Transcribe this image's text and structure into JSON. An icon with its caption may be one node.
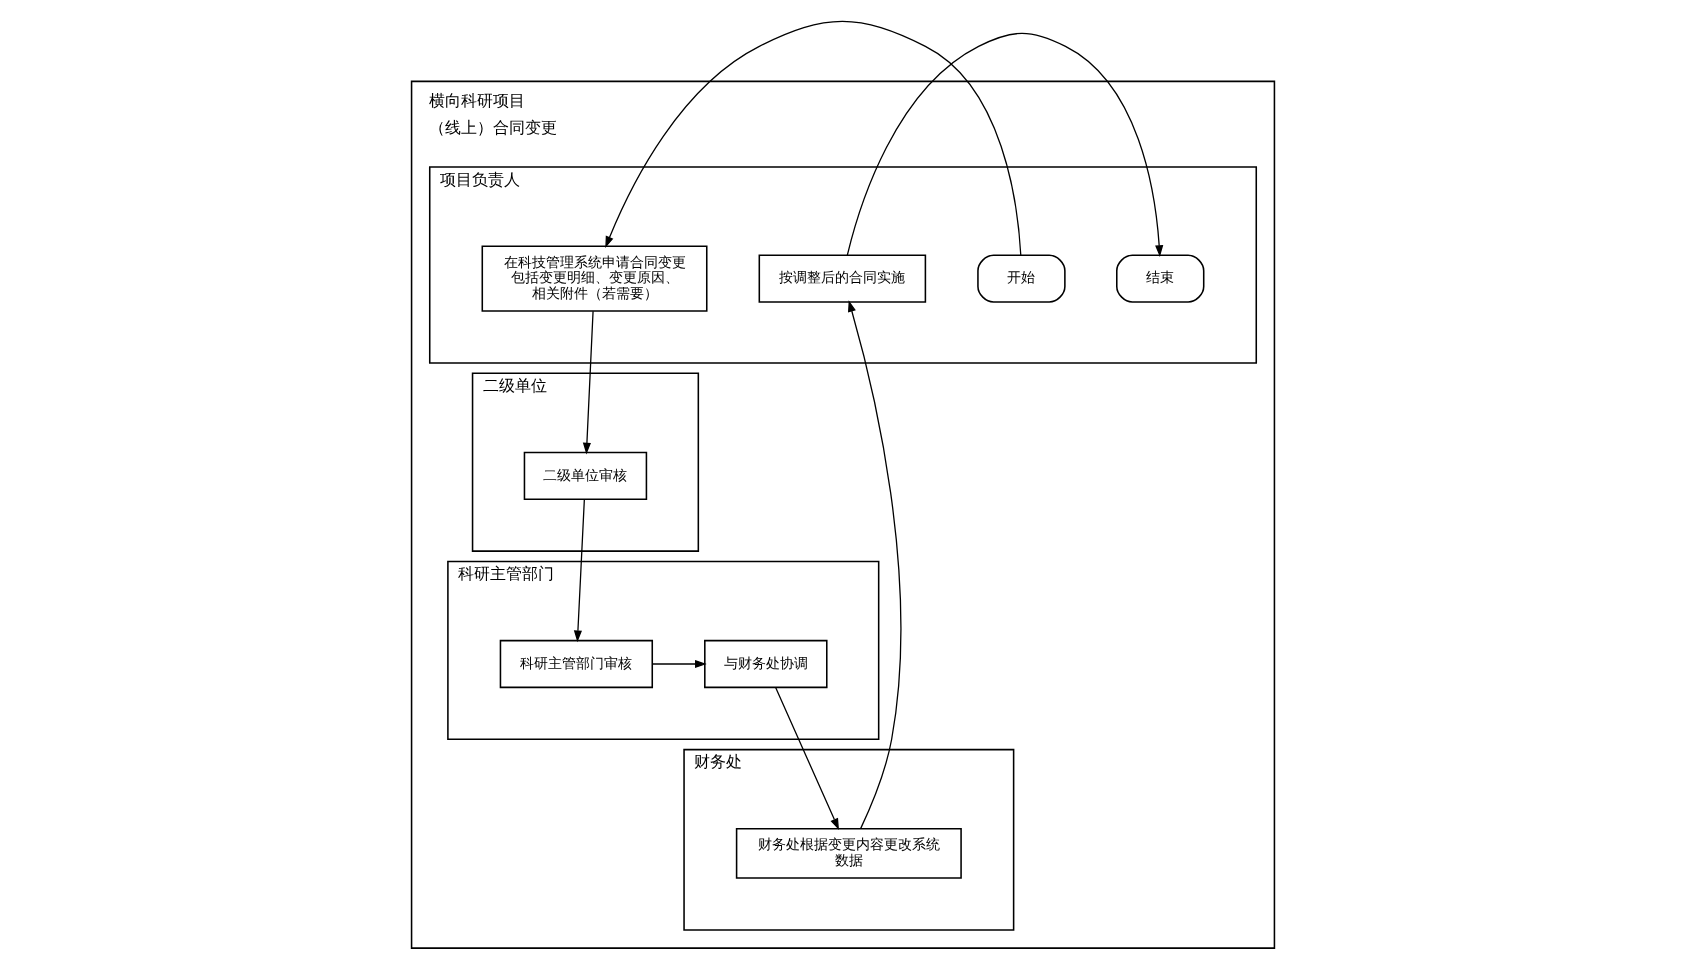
{
  "diagram": {
    "nodes": [
      {
        "text": [
          "横向科研项目",
          "（线上）合同变更"
        ]
      },
      {
        "text": [
          "项目负责人"
        ],
        "in": 0
      },
      {
        "text": [
          "开始"
        ],
        "in": 1
      },
      {
        "text": [
          "在科技管理系统申请合同变更包括变更明细、变更原因、相关附件（若需要）"
        ],
        "in": 1
      },
      {
        "text": [
          "按调整后的合同实施"
        ],
        "in": 1
      },
      {
        "text": [
          "结束"
        ],
        "in": 1
      },
      {
        "text": [
          "二级单位"
        ],
        "in": 0
      },
      {
        "text": [
          "二级单位审核"
        ],
        "in": 6
      },
      {
        "text": [
          "科研主管部门"
        ],
        "in": 0
      },
      {
        "text": [
          "科研主管部门审核"
        ],
        "in": 8
      },
      {
        "text": [
          "与财务处协调"
        ],
        "in": 8
      },
      {
        "text": [
          "财务处"
        ],
        "in": 0
      },
      {
        "text": [
          "财务处根据变更内容更改系统数据"
        ],
        "in": 11
      }
    ],
    "edges": [
      {
        "from": 2,
        "to": 3,
        "arrow": "to"
      },
      {
        "from": 3,
        "to": 7,
        "arrow": "to"
      },
      {
        "from": 7,
        "to": 9,
        "arrow": "to"
      },
      {
        "from": 9,
        "to": 10,
        "arrow": "to"
      },
      {
        "from": 10,
        "to": 12,
        "arrow": "to"
      },
      {
        "from": 12,
        "to": 4,
        "arrow": "to"
      },
      {
        "from": 4,
        "to": 5,
        "arrow": "to"
      }
    ]
  }
}
